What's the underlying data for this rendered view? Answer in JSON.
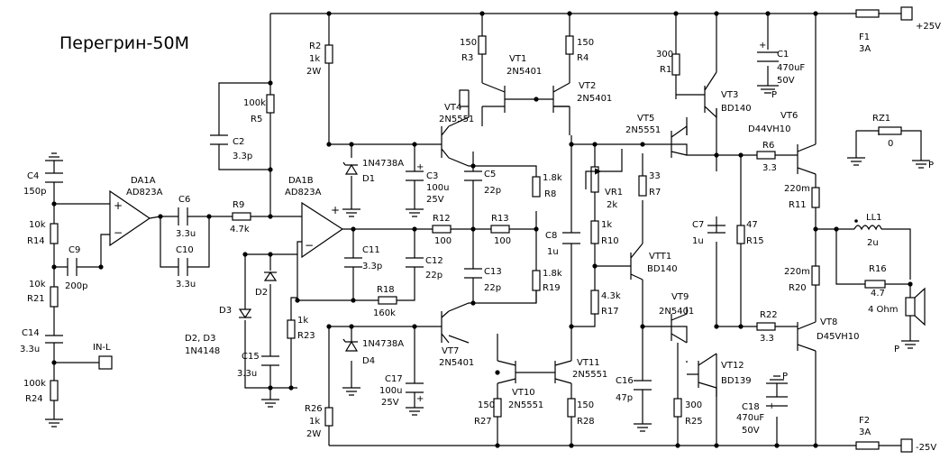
{
  "title": "Перегрин-50М",
  "rails": {
    "pos": "+25V",
    "neg": "-25V"
  },
  "fuses": {
    "f1": {
      "ref": "F1",
      "val": "3A"
    },
    "f2": {
      "ref": "F2",
      "val": "3A"
    }
  },
  "opamps": {
    "da1a": {
      "ref": "DA1A",
      "part": "AD823A"
    },
    "da1b": {
      "ref": "DA1B",
      "part": "AD823A"
    }
  },
  "resistors": {
    "r2": {
      "ref": "R2",
      "val": "1k",
      "pw": "2W"
    },
    "r5": {
      "ref": "R5",
      "val": "100k"
    },
    "r9": {
      "ref": "R9",
      "val": "4.7k"
    },
    "r14": {
      "ref": "R14",
      "val": "10k"
    },
    "r21": {
      "ref": "R21",
      "val": "10k"
    },
    "r24": {
      "ref": "R24",
      "val": "100k"
    },
    "r23": {
      "ref": "R23",
      "val": "1k"
    },
    "r26": {
      "ref": "R26",
      "val": "1k",
      "pw": "2W"
    },
    "r3": {
      "ref": "R3",
      "val": "150"
    },
    "r4": {
      "ref": "R4",
      "val": "150"
    },
    "r1": {
      "ref": "R1",
      "val": "300"
    },
    "r8": {
      "ref": "R8",
      "val": "1.8k"
    },
    "r19": {
      "ref": "R19",
      "val": "1.8k"
    },
    "r12": {
      "ref": "R12",
      "val": "100"
    },
    "r13": {
      "ref": "R13",
      "val": "100"
    },
    "r18": {
      "ref": "R18",
      "val": "160k"
    },
    "r7": {
      "ref": "R7",
      "val": "33"
    },
    "r10": {
      "ref": "R10",
      "val": "1k"
    },
    "r17": {
      "ref": "R17",
      "val": "4.3k"
    },
    "r15": {
      "ref": "R15",
      "val": "47"
    },
    "r6": {
      "ref": "R6",
      "val": "3.3"
    },
    "r22": {
      "ref": "R22",
      "val": "3.3"
    },
    "r11": {
      "ref": "R11",
      "val": "220m"
    },
    "r20": {
      "ref": "R20",
      "val": "220m"
    },
    "r16": {
      "ref": "R16",
      "val": "4.7"
    },
    "rz1": {
      "ref": "RZ1",
      "val": "0"
    },
    "r27": {
      "ref": "R27",
      "val": "150"
    },
    "r28": {
      "ref": "R28",
      "val": "150"
    },
    "r25": {
      "ref": "R25",
      "val": "300"
    }
  },
  "pot": {
    "ref": "VR1",
    "val": "2k"
  },
  "capacitors": {
    "c4": {
      "ref": "C4",
      "val": "150p"
    },
    "c9": {
      "ref": "C9",
      "val": "200p"
    },
    "c14": {
      "ref": "C14",
      "val": "3.3u"
    },
    "c6": {
      "ref": "C6",
      "val": "3.3u"
    },
    "c10": {
      "ref": "C10",
      "val": "3.3u"
    },
    "c2": {
      "ref": "C2",
      "val": "3.3p"
    },
    "c15": {
      "ref": "C15",
      "val": "3.3u"
    },
    "c11": {
      "ref": "C11",
      "val": "3.3p"
    },
    "c12": {
      "ref": "C12",
      "val": "22p"
    },
    "c3": {
      "ref": "C3",
      "val": "100u",
      "v": "25V"
    },
    "c17": {
      "ref": "C17",
      "val": "100u",
      "v": "25V"
    },
    "c5": {
      "ref": "C5",
      "val": "22p"
    },
    "c13": {
      "ref": "C13",
      "val": "22p"
    },
    "c8": {
      "ref": "C8",
      "val": "1u"
    },
    "c16": {
      "ref": "C16",
      "val": "47p"
    },
    "c7": {
      "ref": "C7",
      "val": "1u"
    },
    "c1": {
      "ref": "C1",
      "val": "470uF",
      "v": "50V"
    },
    "c18": {
      "ref": "C18",
      "val": "470uF",
      "v": "50V"
    }
  },
  "diodes": {
    "d1": {
      "ref": "D1",
      "part": "1N4738A"
    },
    "d4": {
      "ref": "D4",
      "part": "1N4738A"
    },
    "d2": {
      "ref": "D2"
    },
    "d3": {
      "ref": "D3"
    },
    "d23_note": {
      "refs": "D2, D3",
      "part": "1N4148"
    }
  },
  "transistors": {
    "vt1": {
      "ref": "VT1",
      "part": "2N5401"
    },
    "vt2": {
      "ref": "VT2",
      "part": "2N5401"
    },
    "vt4": {
      "ref": "VT4",
      "part": "2N5551"
    },
    "vt3": {
      "ref": "VT3",
      "part": "BD140"
    },
    "vt5": {
      "ref": "VT5",
      "part": "2N5551"
    },
    "vt6": {
      "ref": "VT6",
      "part": "D44VH10"
    },
    "vtt1": {
      "ref": "VTT1",
      "part": "BD140"
    },
    "vt7": {
      "ref": "VT7",
      "part": "2N5401"
    },
    "vt10": {
      "ref": "VT10",
      "part": "2N5551"
    },
    "vt11": {
      "ref": "VT11",
      "part": "2N5551"
    },
    "vt9": {
      "ref": "VT9",
      "part": "2N5401"
    },
    "vt12": {
      "ref": "VT12",
      "part": "BD139"
    },
    "vt8": {
      "ref": "VT8",
      "part": "D45VH10"
    }
  },
  "inductor": {
    "ref": "LL1",
    "val": "2u"
  },
  "speaker": {
    "val": "4 Ohm"
  },
  "input": {
    "label": "IN-L"
  },
  "power_label": "P"
}
